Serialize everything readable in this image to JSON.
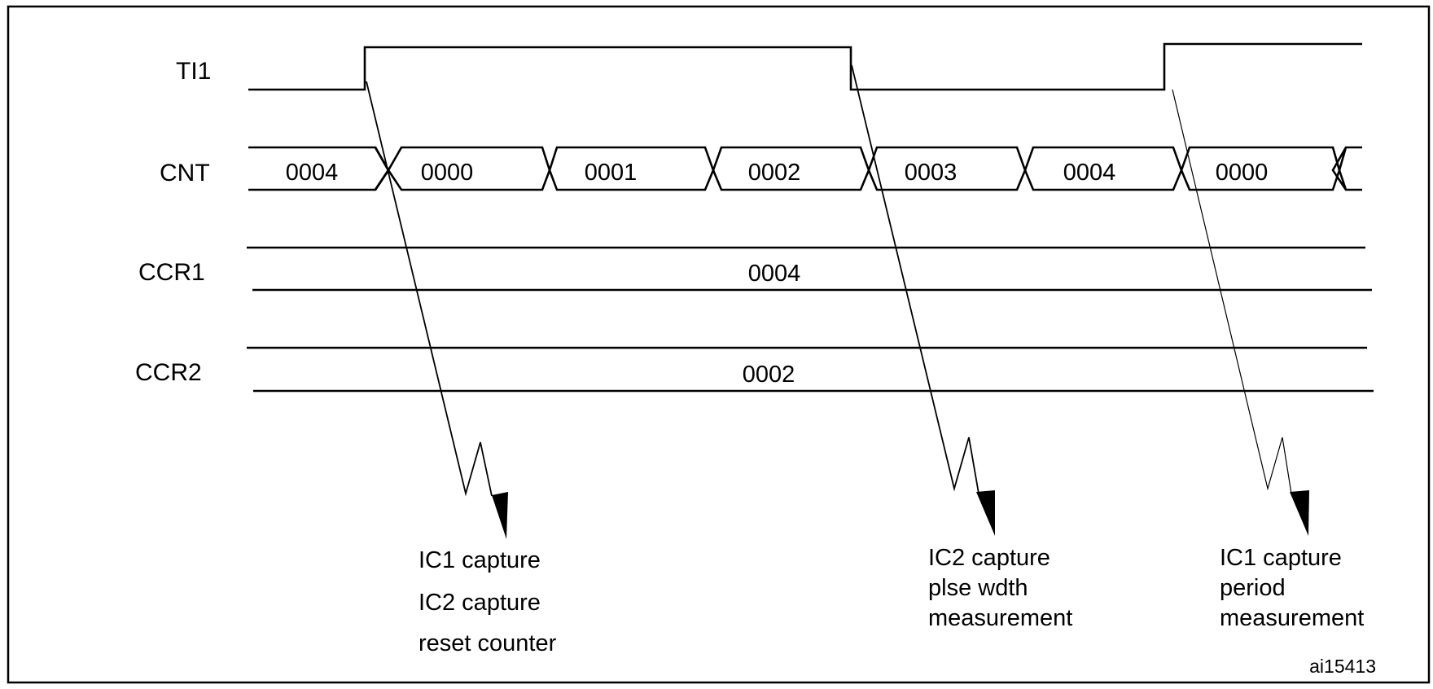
{
  "signals": {
    "ti1": "TI1",
    "cnt": "CNT",
    "ccr1": "CCR1",
    "ccr2": "CCR2"
  },
  "cnt_values": [
    "0004",
    "0000",
    "0001",
    "0002",
    "0003",
    "0004",
    "0000"
  ],
  "ccr1_value": "0004",
  "ccr2_value": "0002",
  "annotations": {
    "first": [
      "IC1 capture",
      "IC2 capture",
      "reset counter"
    ],
    "second": [
      "IC2 capture",
      "plse wdth",
      "measurement"
    ],
    "third": [
      "IC1 capture",
      "period",
      "measurement"
    ]
  },
  "figure_id": "ai15413"
}
